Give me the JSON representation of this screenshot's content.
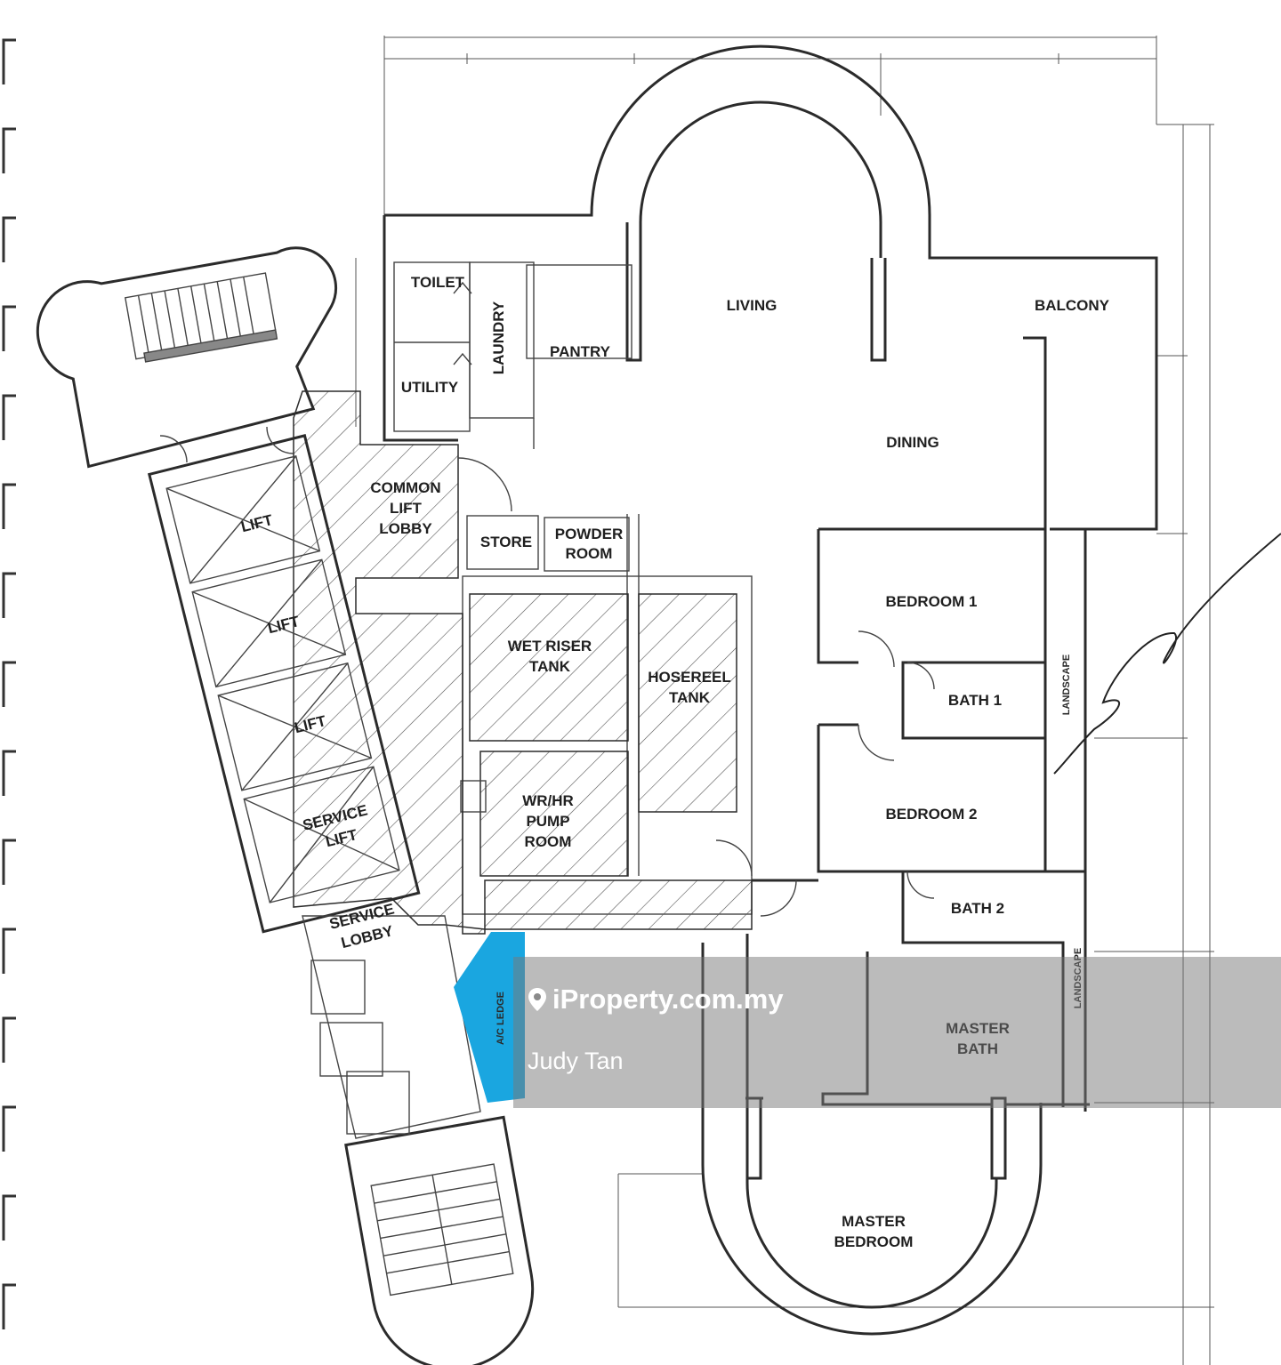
{
  "rooms": {
    "living": "LIVING",
    "balcony": "BALCONY",
    "pantry": "PANTRY",
    "toilet": "TOILET",
    "laundry": "LAUNDRY",
    "utility": "UTILITY",
    "dining": "DINING",
    "common_lift_lobby": [
      "COMMON",
      "LIFT",
      "LOBBY"
    ],
    "store": "STORE",
    "powder_room": [
      "POWDER",
      "ROOM"
    ],
    "bedroom1": "BEDROOM 1",
    "bath1": "BATH 1",
    "bedroom2": "BEDROOM 2",
    "bath2": "BATH 2",
    "wet_riser_tank": [
      "WET RISER",
      "TANK"
    ],
    "hosereel_tank": [
      "HOSEREEL",
      "TANK"
    ],
    "pump_room": [
      "WR/HR",
      "PUMP",
      "ROOM"
    ],
    "lift": "LIFT",
    "service_lift": [
      "SERVICE",
      "LIFT"
    ],
    "service_lobby": [
      "SERVICE",
      "LOBBY"
    ],
    "master_bath": [
      "MASTER",
      "BATH"
    ],
    "master_bedroom": [
      "MASTER",
      "BEDROOM"
    ],
    "ac_ledge": "A/C LEDGE",
    "landscape_upper": "LANDSCAPE",
    "landscape_lower": "LANDSCAPE"
  },
  "watermark": {
    "brand": "iProperty.com.my",
    "agent": "Judy Tan"
  },
  "colors": {
    "ac_ledge_highlight": "#1aa6e0",
    "wall": "#2b2b2b",
    "watermark_band": "#7a7a7a"
  }
}
